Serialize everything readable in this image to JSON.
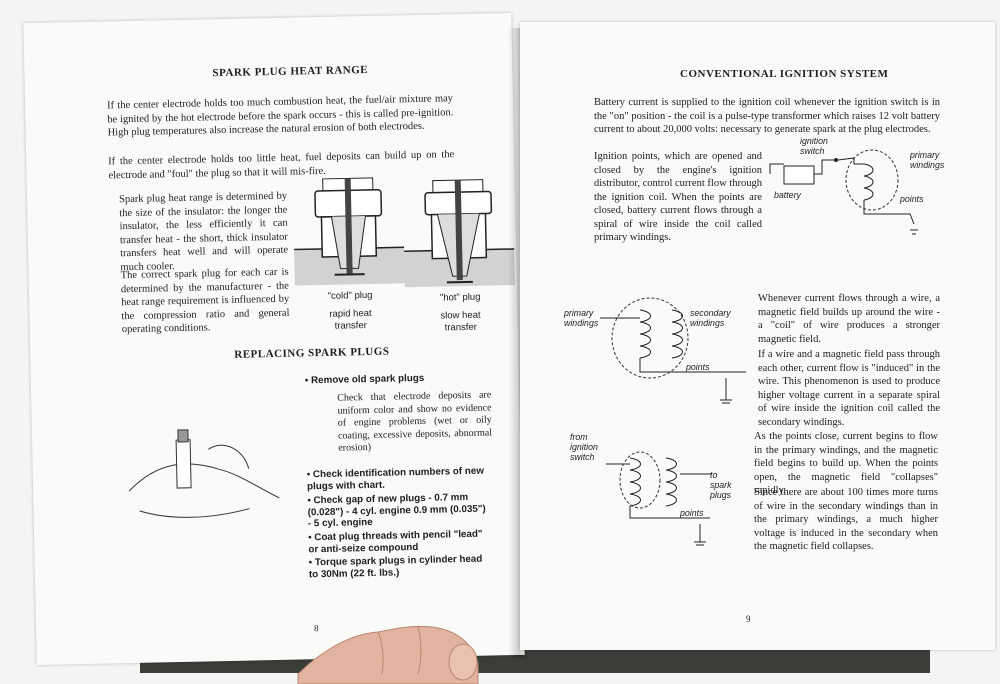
{
  "left_page": {
    "heading": "SPARK PLUG HEAT RANGE",
    "para1": "If the center electrode holds too much combustion heat, the fuel/air mixture may be ignited by the hot electrode before the spark occurs - this is called pre-ignition. High plug temperatures also increase the natural erosion of both electrodes.",
    "para2": "If the center electrode holds too little heat, fuel deposits can build up on the electrode and \"foul\" the plug so that it will mis-fire.",
    "para3": "Spark plug heat range is determined by the size of the insulator: the longer the insulator, the less efficiently it can transfer heat - the short, thick insulator transfers heat well and will operate much cooler.",
    "para4": "The correct spark plug for each car is determined by the manufacturer - the heat range requirement is influenced by the compression ratio and general operating conditions.",
    "cold_label": "\"cold\" plug",
    "cold_sub": "rapid heat transfer",
    "hot_label": "\"hot\" plug",
    "hot_sub": "slow heat transfer",
    "heading2": "REPLACING SPARK PLUGS",
    "bullet1": "Remove old spark plugs",
    "bullet1_body": "Check that electrode deposits are uniform color and show no evidence of engine problems (wet or oily coating, excessive deposits, abnormal erosion)",
    "bullet2": "Check identification numbers of new plugs with chart.",
    "bullet3": "Check gap of new plugs - 0.7 mm (0.028\") - 4 cyl. engine 0.9 mm (0.035\") - 5 cyl. engine",
    "bullet4": "Coat plug threads with pencil \"lead\" or anti-seize compound",
    "bullet5": "Torque spark plugs in cylinder head to 30Nm (22 ft. lbs.)",
    "page_number": "8"
  },
  "right_page": {
    "heading": "CONVENTIONAL IGNITION SYSTEM",
    "para1": "Battery current is supplied to the ignition coil whenever the ignition switch is in the \"on\" position - the coil is a pulse-type transformer which raises 12 volt battery current to about 20,000 volts: necessary to generate spark at the plug electrodes.",
    "para2": "Ignition points, which are opened and closed by the engine's ignition distributor, control current flow through the ignition coil. When the points are closed, battery current flows through a spiral of wire inside the coil called primary windings.",
    "para3": "Whenever current flows through a wire, a magnetic field builds up around the wire - a \"coil\" of wire produces a stronger magnetic field.",
    "para4": "If a wire and a magnetic field pass through each other, current flow is \"induced\" in the wire. This phenomenon is used to produce higher voltage current in a separate spiral of wire inside the ignition coil called the secondary windings.",
    "para5": "As the points close, current begins to flow in the primary windings, and the magnetic field begins to build up. When the points open, the magnetic field \"collapses\" rapidly.",
    "para6": "Since there are about 100 times more turns of wire in the secondary windings than in the primary windings, a much higher voltage is induced in the secondary when the magnetic field collapses.",
    "diag1": {
      "ignition_switch": "ignition switch",
      "battery": "battery",
      "primary_windings": "primary windings",
      "points": "points"
    },
    "diag2": {
      "primary_windings": "primary windings",
      "secondary_windings": "secondary windings",
      "points": "points"
    },
    "diag3": {
      "from_switch": "from ignition switch",
      "to_plugs": "to spark plugs",
      "points": "points"
    },
    "page_number": "9"
  }
}
